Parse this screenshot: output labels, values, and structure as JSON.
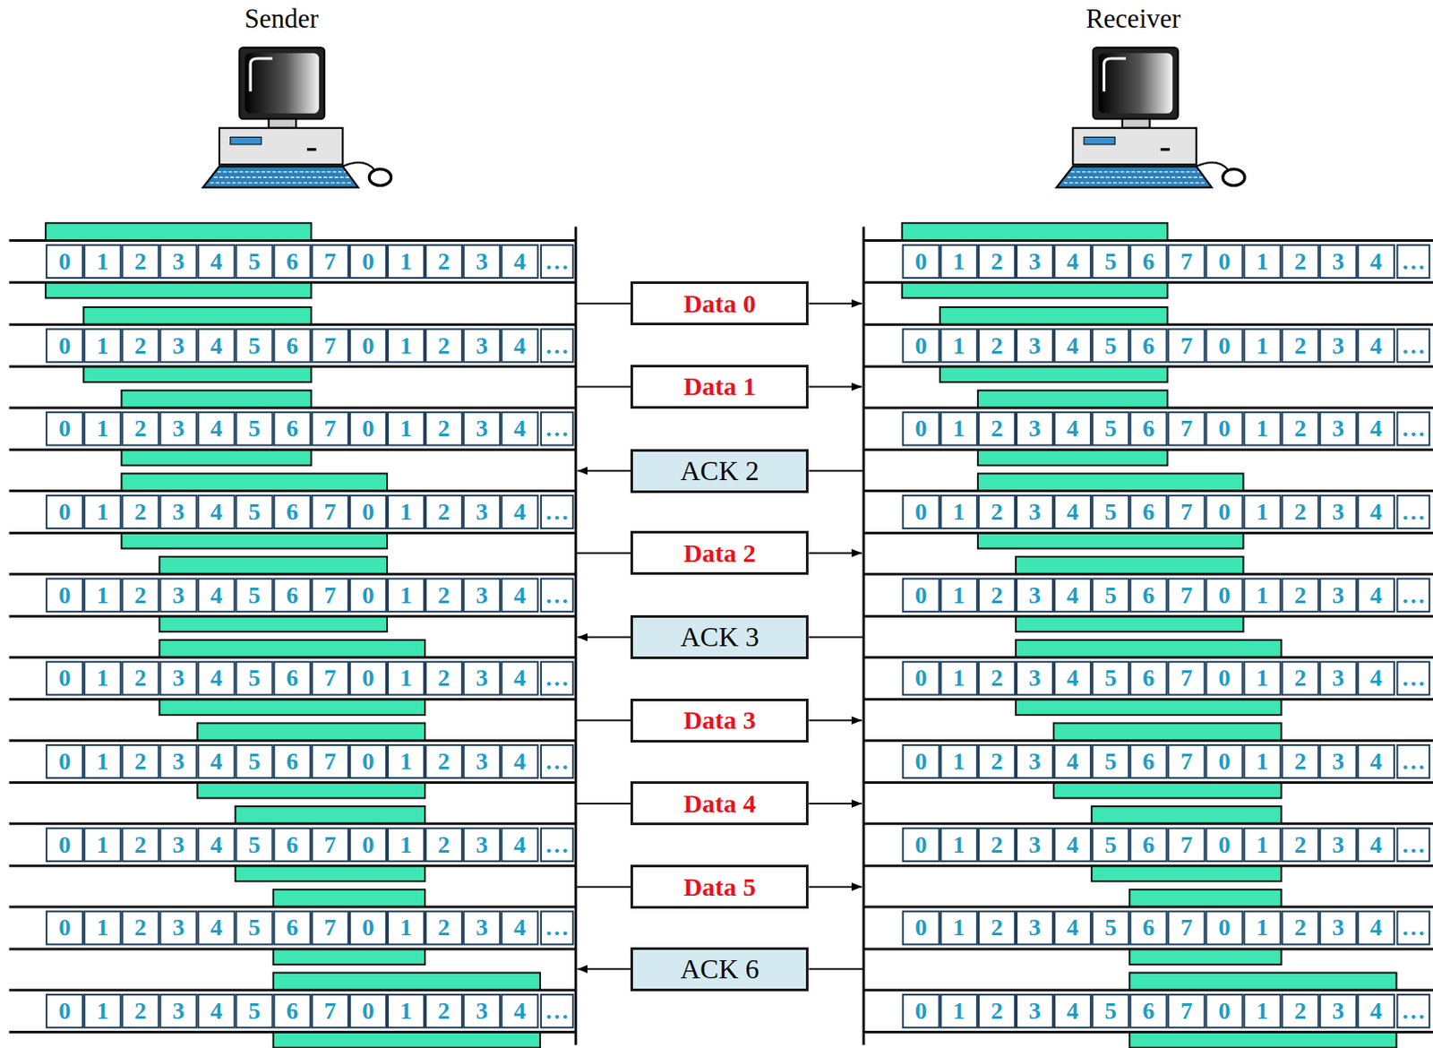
{
  "diagram": {
    "nodes": [
      {
        "text": [
          "Data 0"
        ]
      },
      {
        "text": [
          "Data 1"
        ]
      },
      {
        "text": [
          "ACK 2"
        ]
      },
      {
        "text": [
          "Data 2"
        ]
      },
      {
        "text": [
          "ACK 3"
        ]
      },
      {
        "text": [
          "Data 3"
        ]
      },
      {
        "text": [
          "Data 4"
        ]
      },
      {
        "text": [
          "Data 5"
        ]
      },
      {
        "text": [
          "ACK 6"
        ]
      }
    ],
    "labels": [
      "Sender",
      "Receiver",
      "0",
      "1",
      "2",
      "3",
      "4",
      "5",
      "6",
      "7",
      "0",
      "1",
      "2",
      "3",
      "4",
      "…",
      "0",
      "1",
      "2",
      "3",
      "4",
      "5",
      "6",
      "7",
      "0",
      "1",
      "2",
      "3",
      "4",
      "…",
      "0",
      "1",
      "2",
      "3",
      "4",
      "5",
      "6",
      "7",
      "0",
      "1",
      "2",
      "3",
      "4",
      "…",
      "0",
      "1",
      "2",
      "3",
      "4",
      "5",
      "6",
      "7",
      "0",
      "1",
      "2",
      "3",
      "4",
      "…",
      "0",
      "1",
      "2",
      "3",
      "4",
      "5",
      "6",
      "7",
      "0",
      "1",
      "2",
      "3",
      "4",
      "…",
      "0",
      "1",
      "2",
      "3",
      "4",
      "5",
      "6",
      "7",
      "0",
      "1",
      "2",
      "3",
      "4",
      "…",
      "0",
      "1",
      "2",
      "3",
      "4",
      "5",
      "6",
      "7",
      "0",
      "1",
      "2",
      "3",
      "4",
      "…",
      "0",
      "1",
      "2",
      "3",
      "4",
      "5",
      "6",
      "7",
      "0",
      "1",
      "2",
      "3",
      "4",
      "…",
      "0",
      "1",
      "2",
      "3",
      "4",
      "5",
      "6",
      "7",
      "0",
      "1",
      "2",
      "3",
      "4",
      "…",
      "0",
      "1",
      "2",
      "3",
      "4",
      "5",
      "6",
      "7",
      "0",
      "1",
      "2",
      "3",
      "4",
      "…",
      "0",
      "1",
      "2",
      "3",
      "4",
      "5",
      "6",
      "7",
      "0",
      "1",
      "2",
      "3",
      "4",
      "…",
      "0",
      "1",
      "2",
      "3",
      "4",
      "5",
      "6",
      "7",
      "0",
      "1",
      "2",
      "3",
      "4",
      "…",
      "0",
      "1",
      "2",
      "3",
      "4",
      "5",
      "6",
      "7",
      "0",
      "1",
      "2",
      "3",
      "4",
      "…",
      "0",
      "1",
      "2",
      "3",
      "4",
      "5",
      "6",
      "7",
      "0",
      "1",
      "2",
      "3",
      "4",
      "…",
      "0",
      "1",
      "2",
      "3",
      "4",
      "5",
      "6",
      "7",
      "0",
      "1",
      "2",
      "3",
      "4",
      "…",
      "0",
      "1",
      "2",
      "3",
      "4",
      "5",
      "6",
      "7",
      "0",
      "1",
      "2",
      "3",
      "4",
      "…",
      "0",
      "1",
      "2",
      "3",
      "4",
      "5",
      "6",
      "7",
      "0",
      "1",
      "2",
      "3",
      "4",
      "…",
      "0",
      "1",
      "2",
      "3",
      "4",
      "5",
      "6",
      "7",
      "0",
      "1",
      "2",
      "3",
      "4",
      "…",
      "0",
      "1",
      "2",
      "3",
      "4",
      "5",
      "6",
      "7",
      "0",
      "1",
      "2",
      "3",
      "4",
      "…",
      "0",
      "1",
      "2",
      "3",
      "4",
      "5",
      "6",
      "7",
      "0",
      "1",
      "2",
      "3",
      "4",
      "…"
    ]
  }
}
